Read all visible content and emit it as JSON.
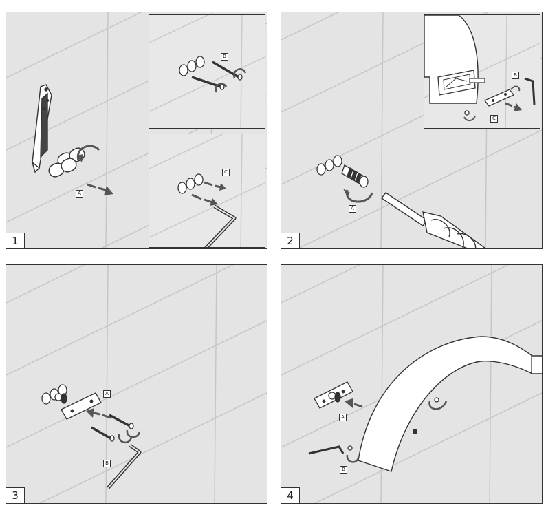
{
  "steps": [
    {
      "number": "1",
      "tags": [
        "A",
        "B",
        "C"
      ]
    },
    {
      "number": "2",
      "tags": [
        "A",
        "B",
        "C"
      ]
    },
    {
      "number": "3",
      "tags": [
        "A",
        "B"
      ]
    },
    {
      "number": "4",
      "tags": [
        "A",
        "B"
      ]
    }
  ],
  "colors": {
    "panel_bg": "#e4e4e4",
    "line": "#333333",
    "grid": "#c4c4c4",
    "arrow": "#555555"
  },
  "icons": [
    "utility-knife-icon",
    "wall-plug-icon",
    "screw-icon",
    "washer-icon",
    "hex-key-icon",
    "screwdriver-icon",
    "valve-connector-icon",
    "mounting-bracket-icon",
    "spout-cover-icon",
    "rotate-arrow-icon",
    "direction-arrow-icon"
  ]
}
